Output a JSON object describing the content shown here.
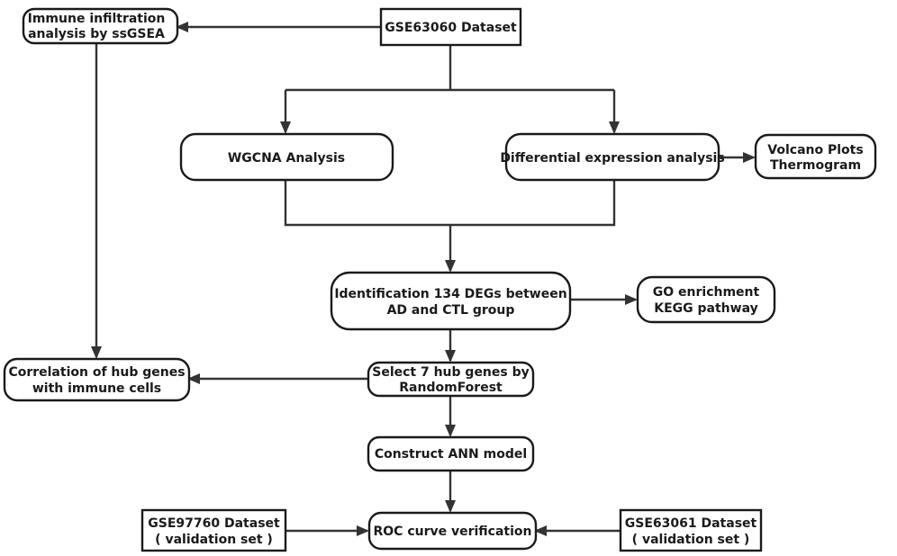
{
  "nodes": {
    "gse63060": {
      "lines": [
        "GSE63060 Dataset"
      ]
    },
    "immune_infiltration": {
      "lines": [
        "Immune infiltration",
        "analysis by ssGSEA"
      ]
    },
    "wgcna": {
      "lines": [
        "WGCNA Analysis"
      ]
    },
    "differential_expression": {
      "lines": [
        "Differential expression analysis"
      ]
    },
    "volcano": {
      "lines": [
        "Volcano Plots",
        "Thermogram"
      ]
    },
    "identification": {
      "lines": [
        "Identification 134 DEGs between",
        "AD and CTL group"
      ]
    },
    "go_kegg": {
      "lines": [
        "GO enrichment",
        "KEGG pathway"
      ]
    },
    "correlation": {
      "lines": [
        "Correlation of hub genes",
        "with immune cells"
      ]
    },
    "select_hub": {
      "lines": [
        "Select 7 hub genes by",
        "RandomForest"
      ]
    },
    "ann": {
      "lines": [
        "Construct ANN model"
      ]
    },
    "gse97760": {
      "lines": [
        "GSE97760 Dataset",
        "( validation set )"
      ]
    },
    "roc": {
      "lines": [
        "ROC curve verification"
      ]
    },
    "gse63061": {
      "lines": [
        "GSE63061 Dataset",
        "( validation set )"
      ]
    }
  },
  "edges": [
    {
      "from": "gse63060",
      "to": "immune_infiltration"
    },
    {
      "from": "gse63060",
      "to": "wgcna"
    },
    {
      "from": "gse63060",
      "to": "differential_expression"
    },
    {
      "from": "differential_expression",
      "to": "volcano"
    },
    {
      "from": "wgcna",
      "to": "identification"
    },
    {
      "from": "differential_expression",
      "to": "identification"
    },
    {
      "from": "identification",
      "to": "go_kegg"
    },
    {
      "from": "immune_infiltration",
      "to": "correlation"
    },
    {
      "from": "identification",
      "to": "select_hub"
    },
    {
      "from": "select_hub",
      "to": "correlation"
    },
    {
      "from": "select_hub",
      "to": "ann"
    },
    {
      "from": "ann",
      "to": "roc"
    },
    {
      "from": "gse97760",
      "to": "roc"
    },
    {
      "from": "gse63061",
      "to": "roc"
    }
  ]
}
